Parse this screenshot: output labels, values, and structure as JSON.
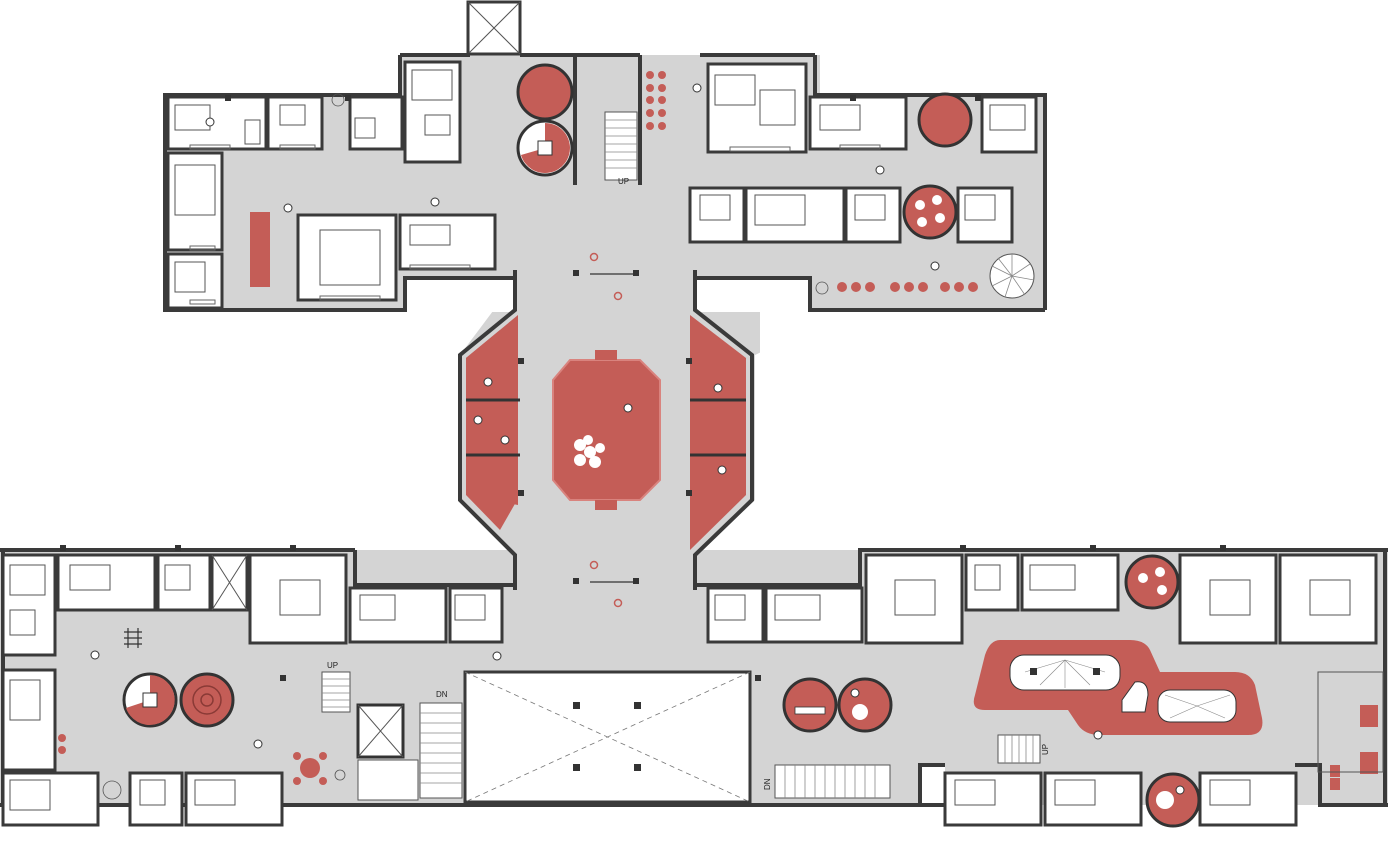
{
  "colors": {
    "background": "#ffffff",
    "corridor": "#d4d4d4",
    "wall": "#3a3a3a",
    "accent_red": "#c45d57",
    "accent_red_light": "#d9837e",
    "room_fill": "#ffffff"
  },
  "labels": {
    "stair_up_top": "UP",
    "stair_up_left": "UP",
    "stair_dn_left": "DN",
    "stair_dn_bottom": "DN",
    "stair_up_right": "UP"
  },
  "icons": [
    "person-icon",
    "bed-icon",
    "desk-icon",
    "round-table-icon",
    "spiral-stair-icon",
    "piano-icon",
    "plant-icon"
  ]
}
